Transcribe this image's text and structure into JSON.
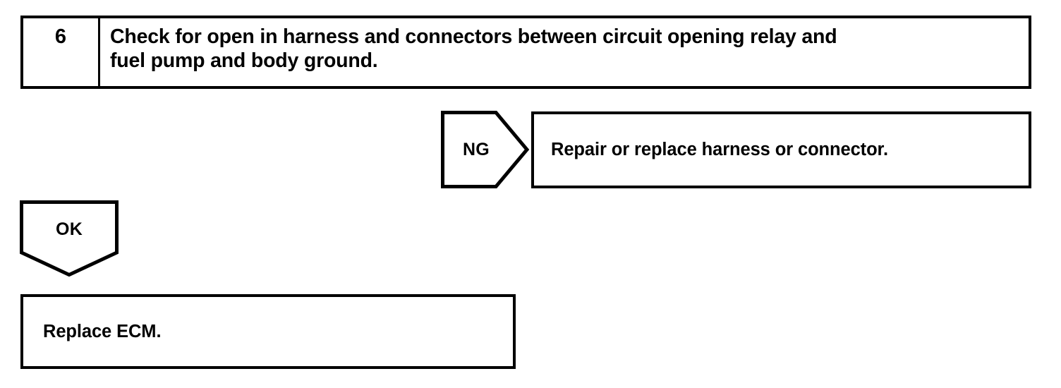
{
  "flowchart": {
    "type": "troubleshooting-step",
    "step": {
      "number": "6",
      "instruction": "Check for open in harness and connectors between circuit opening relay and\nfuel pump and body ground."
    },
    "branches": [
      {
        "id": "ng",
        "label": "NG",
        "direction": "right",
        "result": "Repair or replace harness or connector."
      },
      {
        "id": "ok",
        "label": "OK",
        "direction": "down",
        "result": "Replace ECM."
      }
    ],
    "colors": {
      "line": "#000000",
      "background": "#ffffff",
      "text": "#000000"
    }
  }
}
